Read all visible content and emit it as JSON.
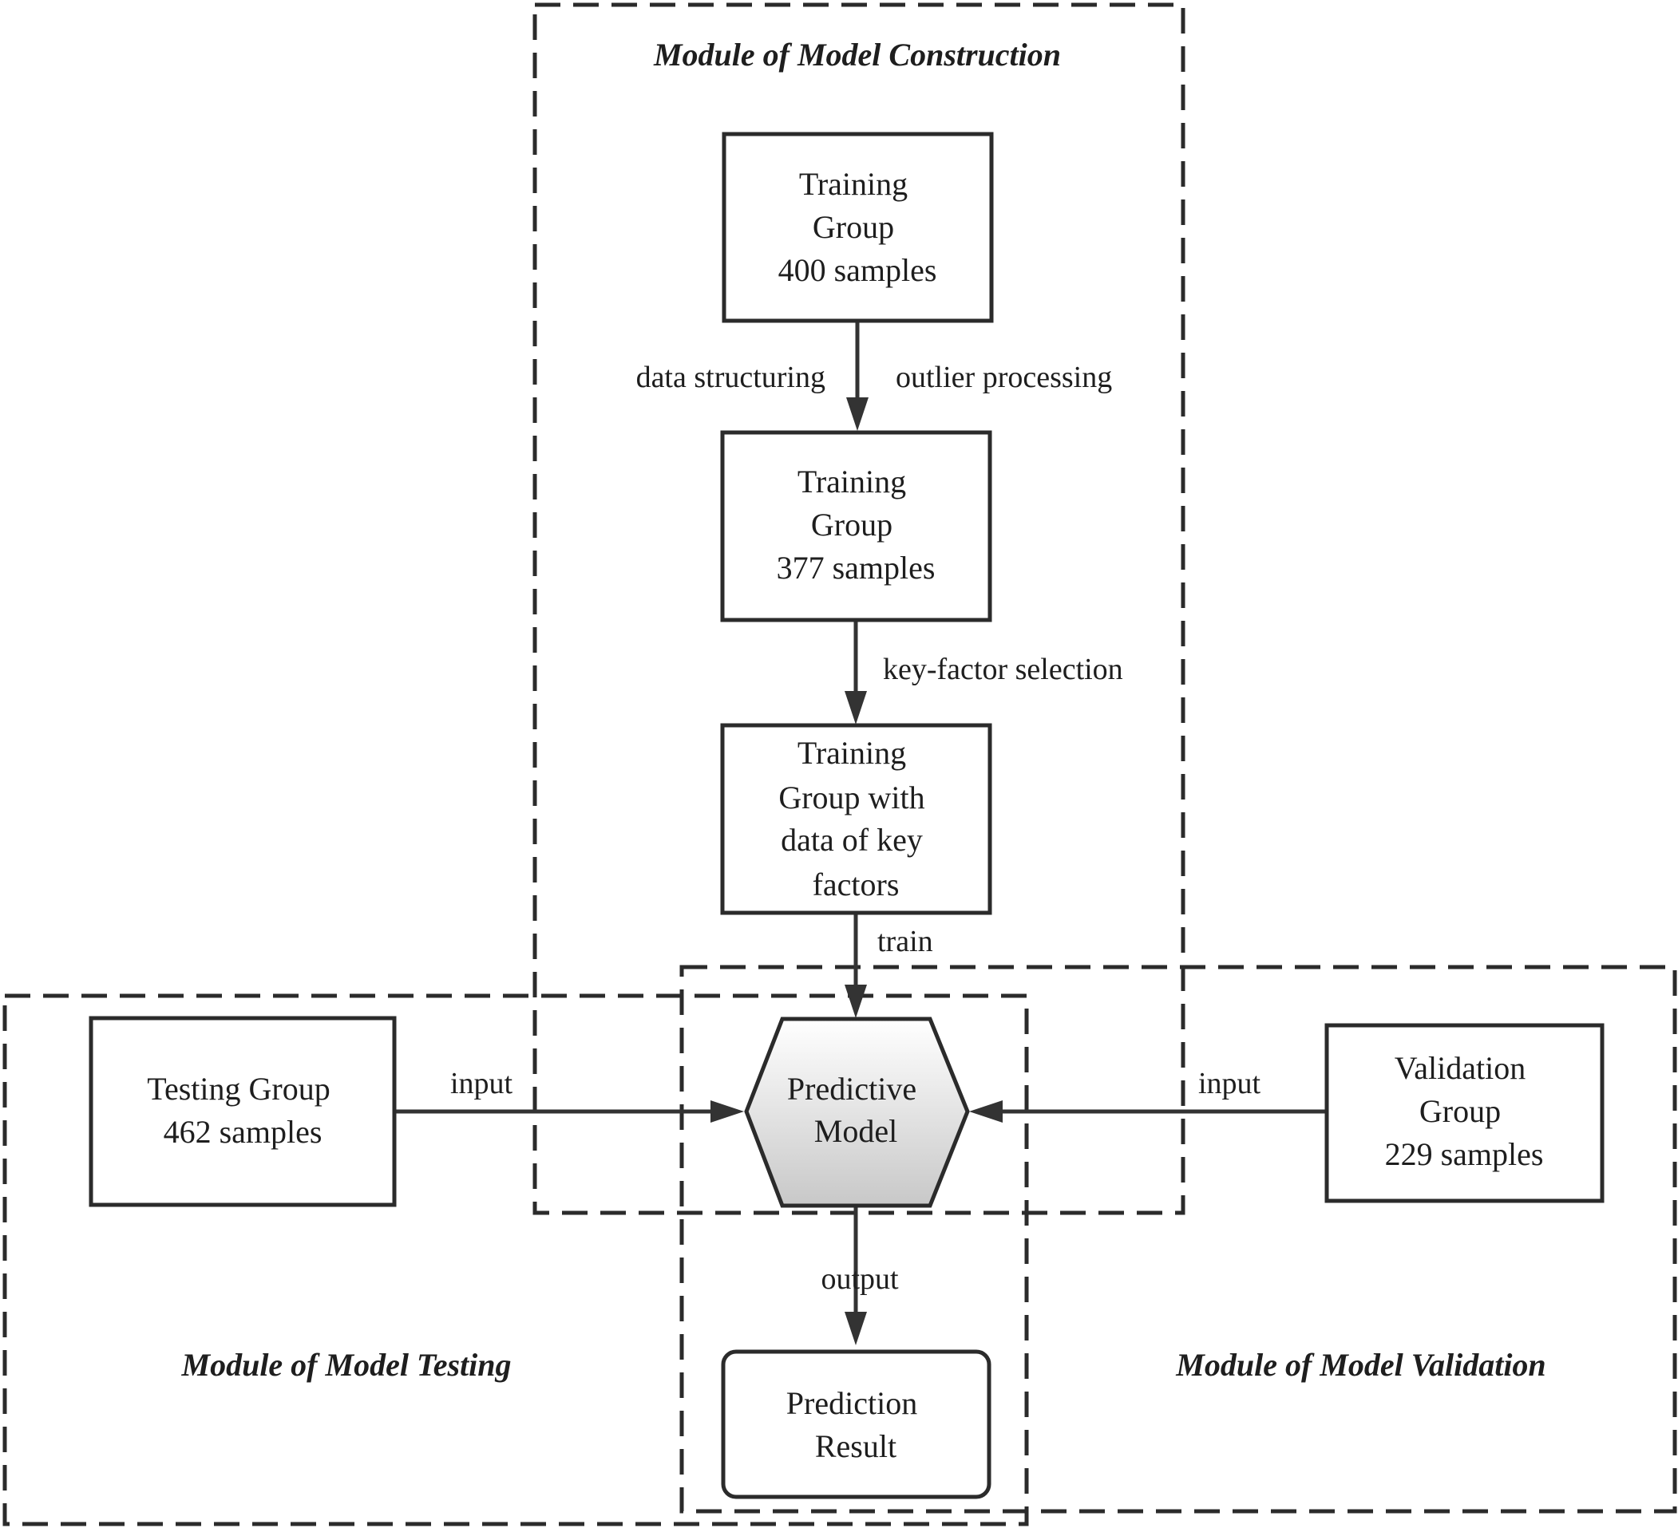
{
  "modules": {
    "construction": {
      "title": "Module of Model Construction"
    },
    "testing": {
      "title": "Module of Model Testing"
    },
    "validation": {
      "title": "Module of Model Validation"
    }
  },
  "nodes": {
    "training_400": {
      "lines": [
        "Training",
        "Group",
        "400 samples"
      ]
    },
    "training_377": {
      "lines": [
        "Training",
        "Group",
        "377 samples"
      ]
    },
    "training_key": {
      "lines": [
        "Training",
        "Group with",
        "data of key",
        "factors"
      ]
    },
    "predictive_model": {
      "lines": [
        "Predictive",
        "Model"
      ]
    },
    "testing_group": {
      "lines": [
        "Testing Group",
        "462 samples"
      ]
    },
    "validation_group": {
      "lines": [
        "Validation",
        "Group",
        "229 samples"
      ]
    },
    "prediction_result": {
      "lines": [
        "Prediction",
        "Result"
      ]
    }
  },
  "edges": {
    "data_structuring": "data structuring",
    "outlier_processing": "outlier processing",
    "key_factor_selection": "key-factor selection",
    "train": "train",
    "input_testing": "input",
    "input_validation": "input",
    "output": "output"
  },
  "colors": {
    "stroke": "#2b2b2b",
    "text": "#1e1e1e",
    "hex_fill_top": "#ffffff",
    "hex_fill_bottom": "#c8c8c8"
  }
}
